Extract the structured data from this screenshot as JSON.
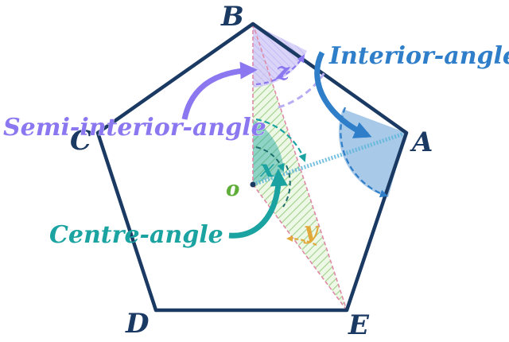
{
  "diagram": {
    "vertices": {
      "A": "A",
      "B": "B",
      "C": "C",
      "D": "D",
      "E": "E",
      "O": "o"
    },
    "angle_symbols": {
      "z": "z",
      "x": "x",
      "y": "y"
    },
    "callouts": {
      "interior": "Interior-angle",
      "semi_interior": "Semi-interior-angle",
      "centre": "Centre-angle"
    },
    "colors": {
      "outline": "#1b3a63",
      "interior": "#2f7ec9",
      "semi_interior": "#8b78f0",
      "centre": "#1aa3a0",
      "y_angle": "#e0a93a",
      "triangle_hatch": "#9fd08a",
      "triangle_edge": "#e08aa8",
      "o_label": "#5fae3a"
    }
  }
}
